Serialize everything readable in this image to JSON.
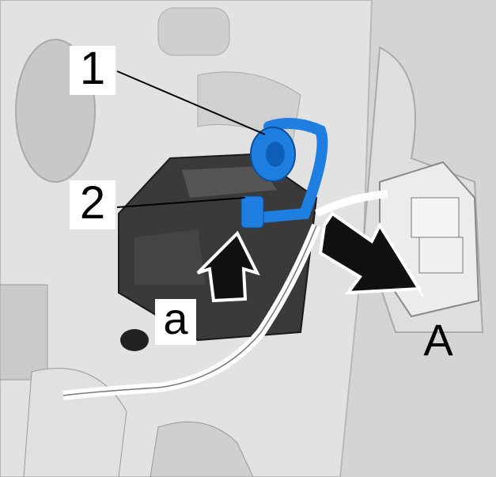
{
  "labels": {
    "one": "1",
    "two": "2",
    "a": "a",
    "A": "A"
  },
  "colors": {
    "background": "#d4d4d4",
    "clip": "#1e7fe0",
    "module": "#3a3a3a",
    "arrow": "#111111"
  }
}
